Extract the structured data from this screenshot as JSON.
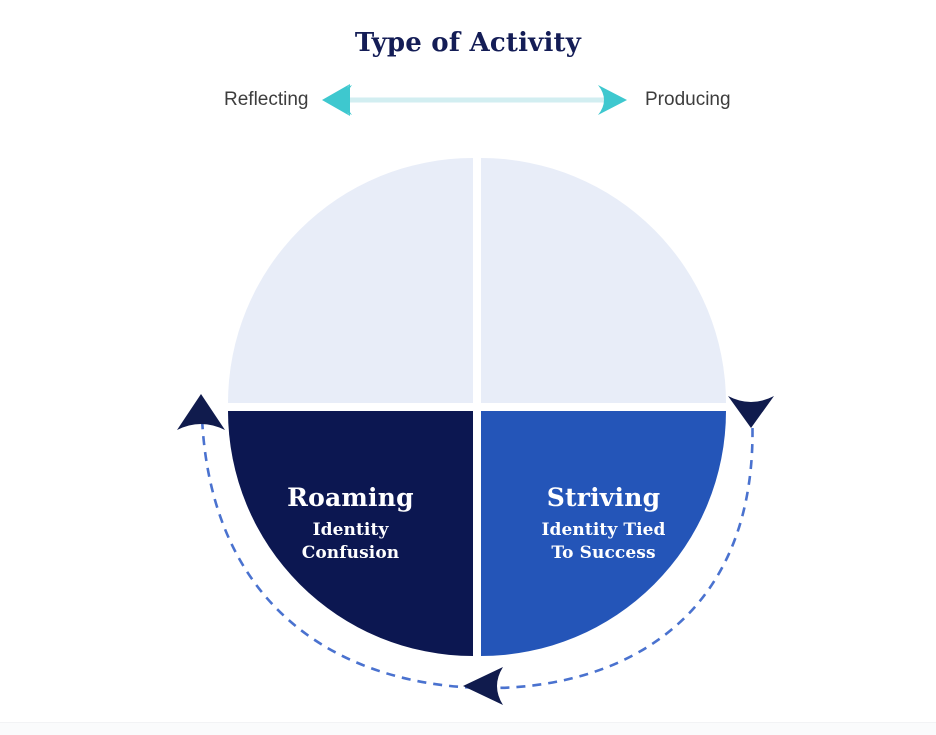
{
  "title": "Type of Activity",
  "axis": {
    "left_label": "Reflecting",
    "right_label": "Producing",
    "arrow_color": "#3ec8cf",
    "arrow_line_color": "#d2eef1"
  },
  "quadrants": {
    "top_left": {
      "fill": "#e8edf8",
      "heading": "",
      "sub": ""
    },
    "top_right": {
      "fill": "#e8edf8",
      "heading": "",
      "sub": ""
    },
    "bottom_left": {
      "fill": "#0c1751",
      "heading": "Roaming",
      "sub_line1": "Identity",
      "sub_line2": "Confusion"
    },
    "bottom_right": {
      "fill": "#2455b8",
      "heading": "Striving",
      "sub_line1": "Identity Tied",
      "sub_line2": "To Success"
    }
  },
  "cycle": {
    "dash_color": "#4a72cf",
    "arrowhead_color": "#101b4d",
    "left_arrow_direction": "up",
    "right_arrow_direction": "down",
    "bottom_arrow_direction": "left"
  },
  "colors": {
    "title": "#141d56",
    "axis_text": "#3d3d3d",
    "navy": "#0c1751",
    "blue": "#2455b8",
    "pale": "#e8edf8",
    "teal": "#3ec8cf",
    "background": "#ffffff"
  },
  "chart_data": {
    "type": "quadrant-diagram",
    "title": "Type of Activity",
    "xlabel": "Type of Activity",
    "x_axis_poles": [
      "Reflecting",
      "Producing"
    ],
    "grid": false,
    "legend": "none",
    "quadrants": [
      {
        "position": "top-left",
        "label": "",
        "sublabel": "",
        "color": "#e8edf8",
        "highlighted": false
      },
      {
        "position": "top-right",
        "label": "",
        "sublabel": "",
        "color": "#e8edf8",
        "highlighted": false
      },
      {
        "position": "bottom-left",
        "label": "Roaming",
        "sublabel": "Identity Confusion",
        "color": "#0c1751",
        "highlighted": true
      },
      {
        "position": "bottom-right",
        "label": "Striving",
        "sublabel": "Identity Tied To Success",
        "color": "#2455b8",
        "highlighted": true
      }
    ],
    "annotations": [
      {
        "type": "dashed-cycle-arc",
        "side": "left",
        "arrow": "up"
      },
      {
        "type": "dashed-cycle-arc",
        "side": "right",
        "arrow": "down"
      },
      {
        "type": "dashed-cycle-arc",
        "side": "bottom",
        "arrow": "left"
      }
    ]
  }
}
